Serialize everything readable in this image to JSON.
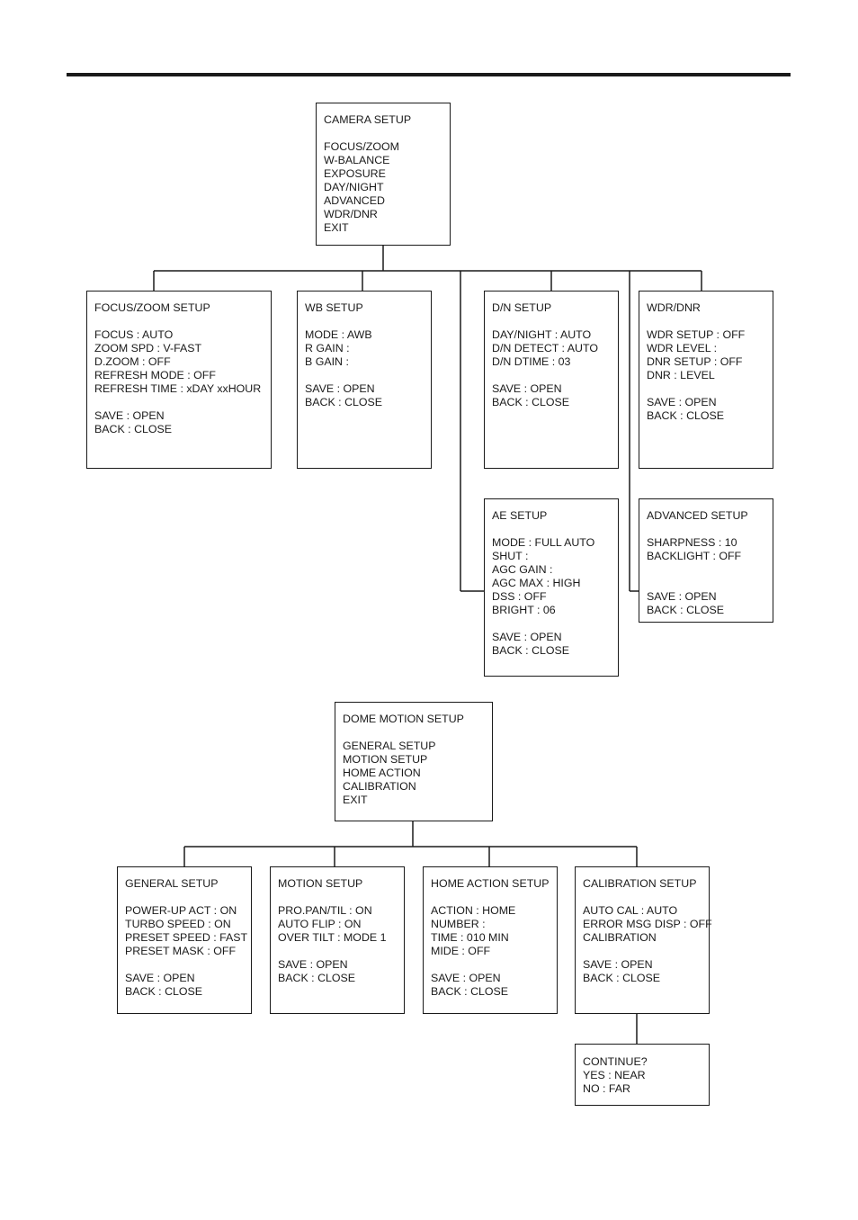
{
  "camera_setup": {
    "title": "CAMERA SETUP",
    "items": [
      "FOCUS/ZOOM",
      "W-BALANCE",
      "EXPOSURE",
      "DAY/NIGHT",
      "ADVANCED",
      "WDR/DNR",
      "EXIT"
    ]
  },
  "focus_zoom_setup": {
    "title": "FOCUS/ZOOM SETUP",
    "items": [
      "FOCUS : AUTO",
      "ZOOM SPD : V-FAST",
      "D.ZOOM : OFF",
      "REFRESH MODE : OFF",
      "REFRESH TIME : xDAY xxHOUR"
    ],
    "save": "SAVE : OPEN",
    "back": "BACK : CLOSE"
  },
  "wb_setup": {
    "title": "WB SETUP",
    "items": [
      "MODE : AWB",
      "R GAIN :",
      "B GAIN :"
    ],
    "save": "SAVE : OPEN",
    "back": "BACK : CLOSE"
  },
  "dn_setup": {
    "title": "D/N SETUP",
    "items": [
      "DAY/NIGHT : AUTO",
      "D/N DETECT : AUTO",
      "D/N DTIME : 03"
    ],
    "save": "SAVE : OPEN",
    "back": "BACK : CLOSE"
  },
  "wdr_dnr": {
    "title": "WDR/DNR",
    "items": [
      "WDR SETUP : OFF",
      "WDR LEVEL :",
      "DNR SETUP : OFF",
      "DNR : LEVEL"
    ],
    "save": "SAVE : OPEN",
    "back": "BACK : CLOSE"
  },
  "ae_setup": {
    "title": "AE SETUP",
    "items": [
      "MODE : FULL AUTO",
      "SHUT :",
      "AGC GAIN :",
      "AGC MAX : HIGH",
      "DSS : OFF",
      "BRIGHT : 06"
    ],
    "save": "SAVE : OPEN",
    "back": "BACK : CLOSE"
  },
  "advanced_setup": {
    "title": "ADVANCED SETUP",
    "items": [
      "SHARPNESS : 10",
      "BACKLIGHT : OFF"
    ],
    "save": "SAVE : OPEN",
    "back": "BACK : CLOSE"
  },
  "dome_motion_setup": {
    "title": "DOME MOTION SETUP",
    "items": [
      "GENERAL SETUP",
      "MOTION SETUP",
      "HOME ACTION",
      "CALIBRATION",
      "EXIT"
    ]
  },
  "general_setup": {
    "title": "GENERAL SETUP",
    "items": [
      "POWER-UP ACT : ON",
      "TURBO SPEED : ON",
      "PRESET SPEED : FAST",
      "PRESET MASK : OFF"
    ],
    "save": "SAVE : OPEN",
    "back": "BACK : CLOSE"
  },
  "motion_setup": {
    "title": "MOTION SETUP",
    "items": [
      "PRO.PAN/TIL : ON",
      "AUTO FLIP : ON",
      "OVER TILT : MODE 1"
    ],
    "save": "SAVE : OPEN",
    "back": "BACK : CLOSE"
  },
  "home_action_setup": {
    "title": "HOME ACTION SETUP",
    "items": [
      "ACTION : HOME",
      "NUMBER :",
      "TIME : 010 MIN",
      "MIDE : OFF"
    ],
    "save": "SAVE : OPEN",
    "back": "BACK : CLOSE"
  },
  "calibration_setup": {
    "title": "CALIBRATION SETUP",
    "items": [
      "AUTO CAL : AUTO",
      "ERROR MSG DISP : OFF",
      "CALIBRATION"
    ],
    "save": "SAVE : OPEN",
    "back": "BACK : CLOSE"
  },
  "continue_box": {
    "items": [
      "CONTINUE?",
      "YES : NEAR",
      "NO : FAR"
    ]
  }
}
